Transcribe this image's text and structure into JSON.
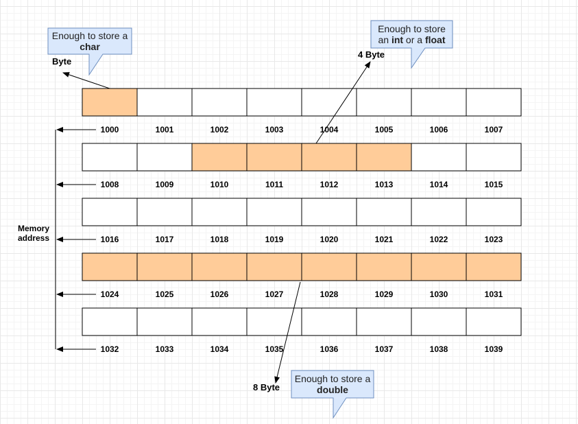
{
  "memory": {
    "rows": [
      {
        "addresses": [
          "1000",
          "1001",
          "1002",
          "1003",
          "1004",
          "1005",
          "1006",
          "1007"
        ],
        "highlighted": [
          true,
          false,
          false,
          false,
          false,
          false,
          false,
          false
        ]
      },
      {
        "addresses": [
          "1008",
          "1009",
          "1010",
          "1011",
          "1012",
          "1013",
          "1014",
          "1015"
        ],
        "highlighted": [
          false,
          false,
          true,
          true,
          true,
          true,
          false,
          false
        ]
      },
      {
        "addresses": [
          "1016",
          "1017",
          "1018",
          "1019",
          "1020",
          "1021",
          "1022",
          "1023"
        ],
        "highlighted": [
          false,
          false,
          false,
          false,
          false,
          false,
          false,
          false
        ]
      },
      {
        "addresses": [
          "1024",
          "1025",
          "1026",
          "1027",
          "1028",
          "1029",
          "1030",
          "1031"
        ],
        "highlighted": [
          true,
          true,
          true,
          true,
          true,
          true,
          true,
          true
        ]
      },
      {
        "addresses": [
          "1032",
          "1033",
          "1034",
          "1035",
          "1036",
          "1037",
          "1038",
          "1039"
        ],
        "highlighted": [
          false,
          false,
          false,
          false,
          false,
          false,
          false,
          false
        ]
      }
    ],
    "axis_label_line1": "Memory",
    "axis_label_line2": "address"
  },
  "labels": {
    "byte": "Byte",
    "four_byte": "4 Byte",
    "eight_byte": "8 Byte"
  },
  "callouts": {
    "char": {
      "text": "Enough to store a",
      "bold": "char"
    },
    "int_float": {
      "text_pre": "Enough to store",
      "text_an": "an ",
      "bold_int": "int",
      "text_or": " or a ",
      "bold_float": "float"
    },
    "double": {
      "text": "Enough to store a",
      "bold": "double"
    }
  },
  "colors": {
    "highlight": "#ffcc99",
    "cell_border": "#000000",
    "callout_fill": "#dae8fc",
    "callout_border": "#6c8ebf"
  }
}
